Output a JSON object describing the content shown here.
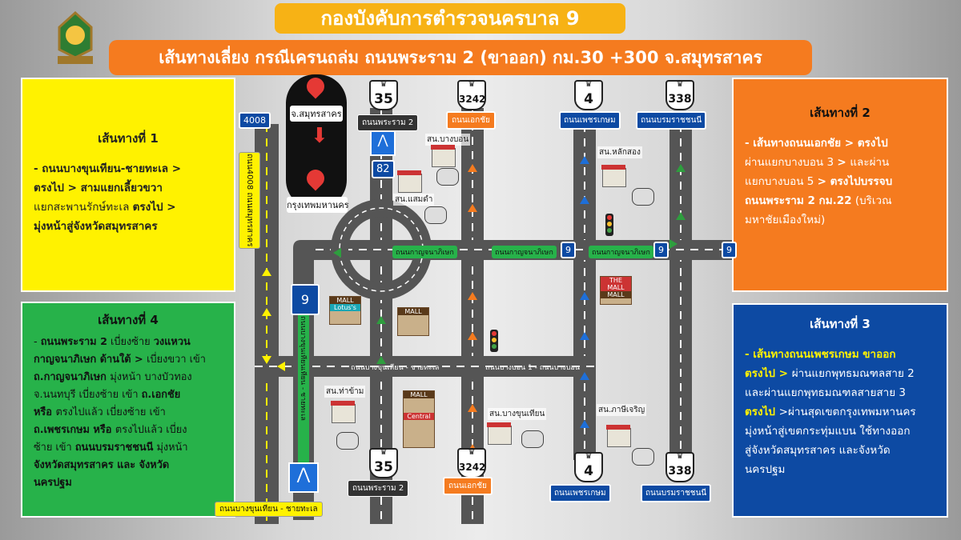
{
  "header": {
    "title": "กองบังคับการตำรวจนครบาล 9",
    "subtitle": "เส้นทางเลี่ยง กรณีเครนถล่ม ถนนพระราม 2 (ขาออก) กม.30 +300 จ.สมุทรสาคร"
  },
  "legend": {
    "from": "จ.สมุทรสาคร",
    "to": "กรุงเทพมหานคร"
  },
  "routes": {
    "r1": {
      "title": "เส้นทางที่ 1",
      "l1": "- ถนนบางขุนเทียน-ชายทะเล >",
      "l2": "ตรงไป > สามแยกเลี้ยวขวา",
      "l3a": "แยกสะพานรักษ์ทะเล ",
      "l3b": "ตรงไป >",
      "l4": "มุ่งหน้าสู่จังหวัดสมุทรสาคร"
    },
    "r2": {
      "title": "เส้นทางที่ 2",
      "l1": "- เส้นทางถนนเอกชัย > ตรงไป",
      "l2a": "ผ่านแยกบางบอน 3 ",
      "l2b": "> ",
      "l2c": "และผ่าน",
      "l3a": "แยกบางบอน 5 ",
      "l3b": "> ตรงไปบรรจบ",
      "l4a": "ถนนพระราม 2 กม.22",
      "l4b": " (บริเวณ",
      "l5": "มหาชัยเมืองใหม่)"
    },
    "r3": {
      "title": "เส้นทางที่ 3",
      "l1": "- เส้นทางถนนเพชรเกษม ขาออก",
      "l2a": "ตรงไป > ",
      "l2b": "ผ่านแยกพุทธมณฑลสาย 2",
      "l3": "และผ่านแยกพุทธมณฑลสายสาย 3",
      "l4a": "ตรงไป ",
      "l4b": ">ผ่านสุดเขตกรุงเทพมหานคร",
      "l5": "มุ่งหน้าสู่เขตกระทุ่มแบน ใช้ทางออก",
      "l6": "สู่จังหวัดสมุทรสาคร และจังหวัด",
      "l7": "นครปฐม"
    },
    "r4": {
      "title": "เส้นทางที่ 4",
      "l1a": "- ",
      "l1b": "ถนนพระราม 2",
      "l1c": " เบี่ยงซ้าย ",
      "l1d": "วงแหวน",
      "l2a": "กาญจนาภิเษก ด้านใต้ > ",
      "l2b": "เบี่ยงขวา เข้า",
      "l3a": "ถ.กาญจนาภิเษก ",
      "l3b": "มุ่งหน้า บางบัวทอง",
      "l4a": "จ.นนทบุรี เบี่ยงซ้าย เข้า ",
      "l4b": "ถ.เอกชัย",
      "l5a": "หรือ ",
      "l5b": "ตรงไปแล้ว เบี่ยงซ้าย เข้า",
      "l6a": "ถ.เพชรเกษม หรือ ",
      "l6b": "ตรงไปแล้ว เบี่ยง",
      "l7a": "ซ้าย เข้า ",
      "l7b": "ถนนบรมราชชนนี",
      "l7c": " มุ่งหน้า",
      "l8": "จังหวัดสมุทรสาคร และ จังหวัด",
      "l9": "นครปฐม"
    }
  },
  "map": {
    "shields": {
      "s4008": "4008",
      "s35top": "35",
      "s3242top": "3242",
      "s4top": "4",
      "s338top": "338",
      "s82": "82",
      "s9left": "9",
      "s35bot": "35",
      "s3242bot": "3242",
      "s4bot": "4",
      "s338bot": "338",
      "k9a": "9",
      "k9b": "9",
      "k9c": "9"
    },
    "roads": {
      "rama2_top": "ถนนพระราม 2",
      "ekachai_top": "ถนนเอกชัย",
      "phetkasem_top": "ถนนเพชรเกษม",
      "borom_top": "ถนนบรมราชชนนี",
      "rd4008": "ถนน4008 ถนนสมุทรสาคร",
      "kanchana1": "ถนนกาญจนาภิเษก",
      "kanchana2": "ถนนกาญจนาภิเษก",
      "kanchana3": "ถนนกาญจนาภิเษก",
      "bangkhun_mid": "ถนนบางขุนเทียน - ชายทะเล",
      "bangbon": "ถนนบางบอน 1 - ถนนบางบอน",
      "vertical_left": "ถนนบางขุนเทียนเทียน - ชายทะเล",
      "rama2_bot": "ถนนพระราม 2",
      "ekachai_bot": "ถนนเอกชัย",
      "phetkasem_bot": "ถนนเพชรเกษม",
      "borom_bot": "ถนนบรมราชชนนี",
      "bangkhun_bot": "ถนนบางขุนเทียน - ชายทะเล"
    },
    "places": {
      "p1": "สน.บางบอน",
      "p2": "สน.แสมดำ",
      "p3": "สน.หลักสอง",
      "p4": "สน.ท่าข้าม",
      "p5": "สน.บางขุนเทียน",
      "p6": "สน.ภาษีเจริญ"
    },
    "malls": {
      "m1": "MALL",
      "m1b": "Lotus's",
      "m2": "MALL",
      "m3": "MALL",
      "m4": "MALL",
      "m4b": "THE MALL",
      "m4c": "Central"
    }
  }
}
